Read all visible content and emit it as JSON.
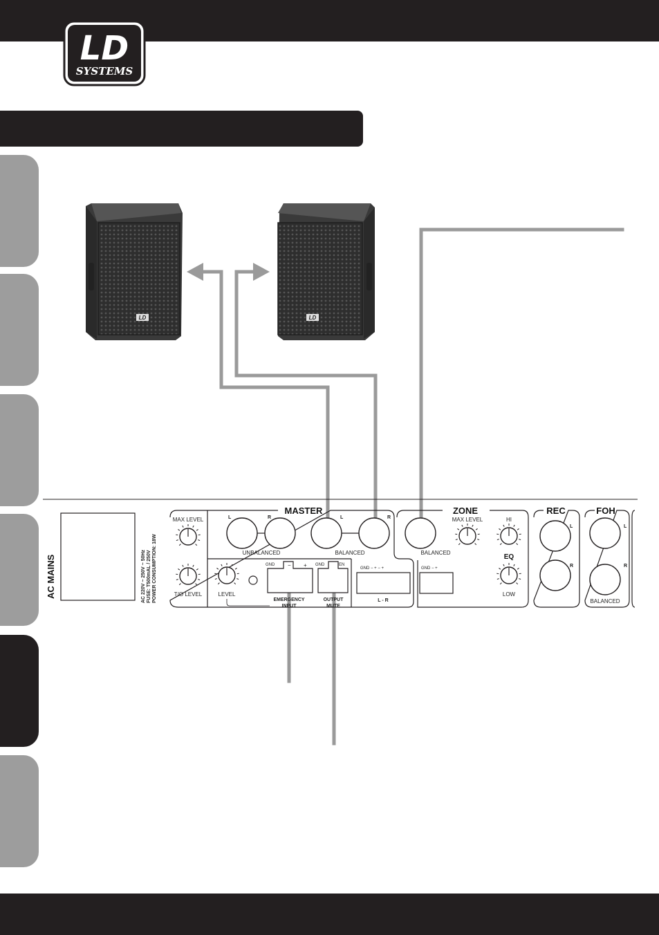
{
  "brand": {
    "logo_main": "LD",
    "logo_sub": "SYSTEMS"
  },
  "side_tabs": [
    {
      "active": false
    },
    {
      "active": false
    },
    {
      "active": false
    },
    {
      "active": false
    },
    {
      "active": true
    },
    {
      "active": false
    }
  ],
  "speakers": [
    {
      "badge": "LD"
    },
    {
      "badge": "LD"
    }
  ],
  "rear_panel": {
    "ac_mains": {
      "label": "AC MAINS",
      "spec_line1": "AC 220V ~ 250V ~ 50Hz",
      "spec_line2": "FUSE: T500mAL / 250V",
      "spec_line3": "POWER CONSUMPTION: 18W"
    },
    "master": {
      "title": "MASTER",
      "max_level": "MAX LEVEL",
      "to_level": "T/O LEVEL",
      "level": "LEVEL",
      "unbalanced": "UNBALANCED",
      "balanced": "BALANCED",
      "l": "L",
      "r": "R",
      "gnd": "GND",
      "minus": "−",
      "plus": "+",
      "en": "EN",
      "emergency_input_1": "EMERGENCY",
      "emergency_input_2": "INPUT",
      "output_mute_1": "OUTPUT",
      "output_mute_2": "MUTE",
      "lr_terminals": "GND −   +   −   +",
      "lr_label": "L - R"
    },
    "zone": {
      "title": "ZONE",
      "max_level": "MAX LEVEL",
      "balanced": "BALANCED",
      "hi": "HI",
      "eq": "EQ",
      "low": "LOW",
      "terminals": "GND −   +"
    },
    "rec": {
      "title": "REC",
      "l": "L",
      "r": "R"
    },
    "foh": {
      "title": "FOH",
      "l": "L",
      "r": "R",
      "balanced": "BALANCED"
    }
  },
  "colors": {
    "dark": "#231f20",
    "tab_gray": "#9d9d9d",
    "cable_gray": "#9a9a9a",
    "speaker_body": "#3a3a3a"
  }
}
